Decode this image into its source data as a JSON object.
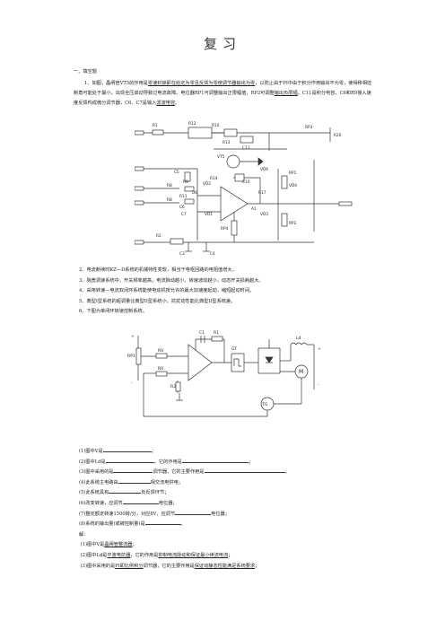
{
  "title": "复习",
  "section": "一、填空题",
  "q1": {
    "p1": "1、如图，晶闸管VT5的作用是",
    "u1": "零速封锁即在给定为零且反馈为零使调节器输出为零",
    "p2": "，以防止由于PI中由于积分作用输出不为零，使得移相控制角可能处于最小，出现全压启动导致过电流故障",
    "p3": "。电位器RP1可调整输出正限幅值，RP2可调整",
    "u2": "输出负限幅",
    "p4": "。C11是积分电容，C6和R9接入速度反馈构成微分调节器",
    "p5": "，C6、C7是输入",
    "u3": "滤波电容",
    "p6": "。"
  },
  "circuit1_labels": [
    "R1",
    "R10",
    "R12",
    "R13",
    "C11",
    "RP3",
    "R20",
    "VT5",
    "VD6",
    "C5",
    "R9",
    "R14",
    "R8",
    "D6",
    "R11",
    "VD2",
    "R8",
    "C6",
    "C7",
    "VD1",
    "A1",
    "C10",
    "RP1",
    "VD4",
    "R17",
    "VD3",
    "RP2",
    "RP4",
    "R2",
    "C3",
    "C4"
  ],
  "list": [
    "2、电流断续时KZ—D系统的机械特性变软，相当于电枢回路的电阻值增大。",
    "3、脉宽调速系统中，开关频率越高，电流脉动越小，转速波动越小，动态开关损耗越大。",
    "4、采用转速—电流双闭环系统能使电动机按允许的最大加速度起动，缩短起动时间。",
    "5、典型I型系统的超调量比典型II型系统小，抗扰动性能比典型II型系统差。",
    "6、下图为单闭环转速控制系统。"
  ],
  "circuit2_labels": [
    "RP1",
    "R0",
    "R0",
    "C1",
    "R1",
    "R2",
    "GT",
    "Ld",
    "M",
    "TG",
    "+",
    "-",
    "+",
    "-"
  ],
  "questions": [
    {
      "pre": "(1)图中V是",
      "post": "；"
    },
    {
      "pre": "(2)图中Ld是",
      "mid": "，它的作用是",
      "post": "；"
    },
    {
      "pre": "(3)图中采用的是",
      "mid": "调节器，它的主要作用是",
      "post": "；"
    },
    {
      "pre": "(4)此系统主电路由",
      "post": "相交流电供电；"
    },
    {
      "pre": "(5)此系统具有",
      "post": "负反馈环节；"
    },
    {
      "pre": "(6)改变转速，应调节",
      "post": "电位器；"
    },
    {
      "pre": "(7)整定额定转速1500转/分，对应8V，应调节",
      "post": "电位器；"
    },
    {
      "pre": "(8)系统的输出量(或被控制量)是",
      "post": "。"
    }
  ],
  "answer_label": "解：",
  "answers": [
    {
      "pre": "(1)图中V是",
      "u": "晶闸管整流器",
      "post": "；"
    },
    {
      "pre": "(2)图中Ld是",
      "u": "平波电抗器",
      "mid": "，它的作用是",
      "u2": "抑制电流脉动和保证最小续流电流",
      "post": "；"
    },
    {
      "pre": "(3)图中采用的是",
      "u": "PI即比例积分",
      "mid": "调节器，它的主要作用是",
      "u2": "保证动静态性能满足系统要求",
      "post": "；"
    }
  ]
}
